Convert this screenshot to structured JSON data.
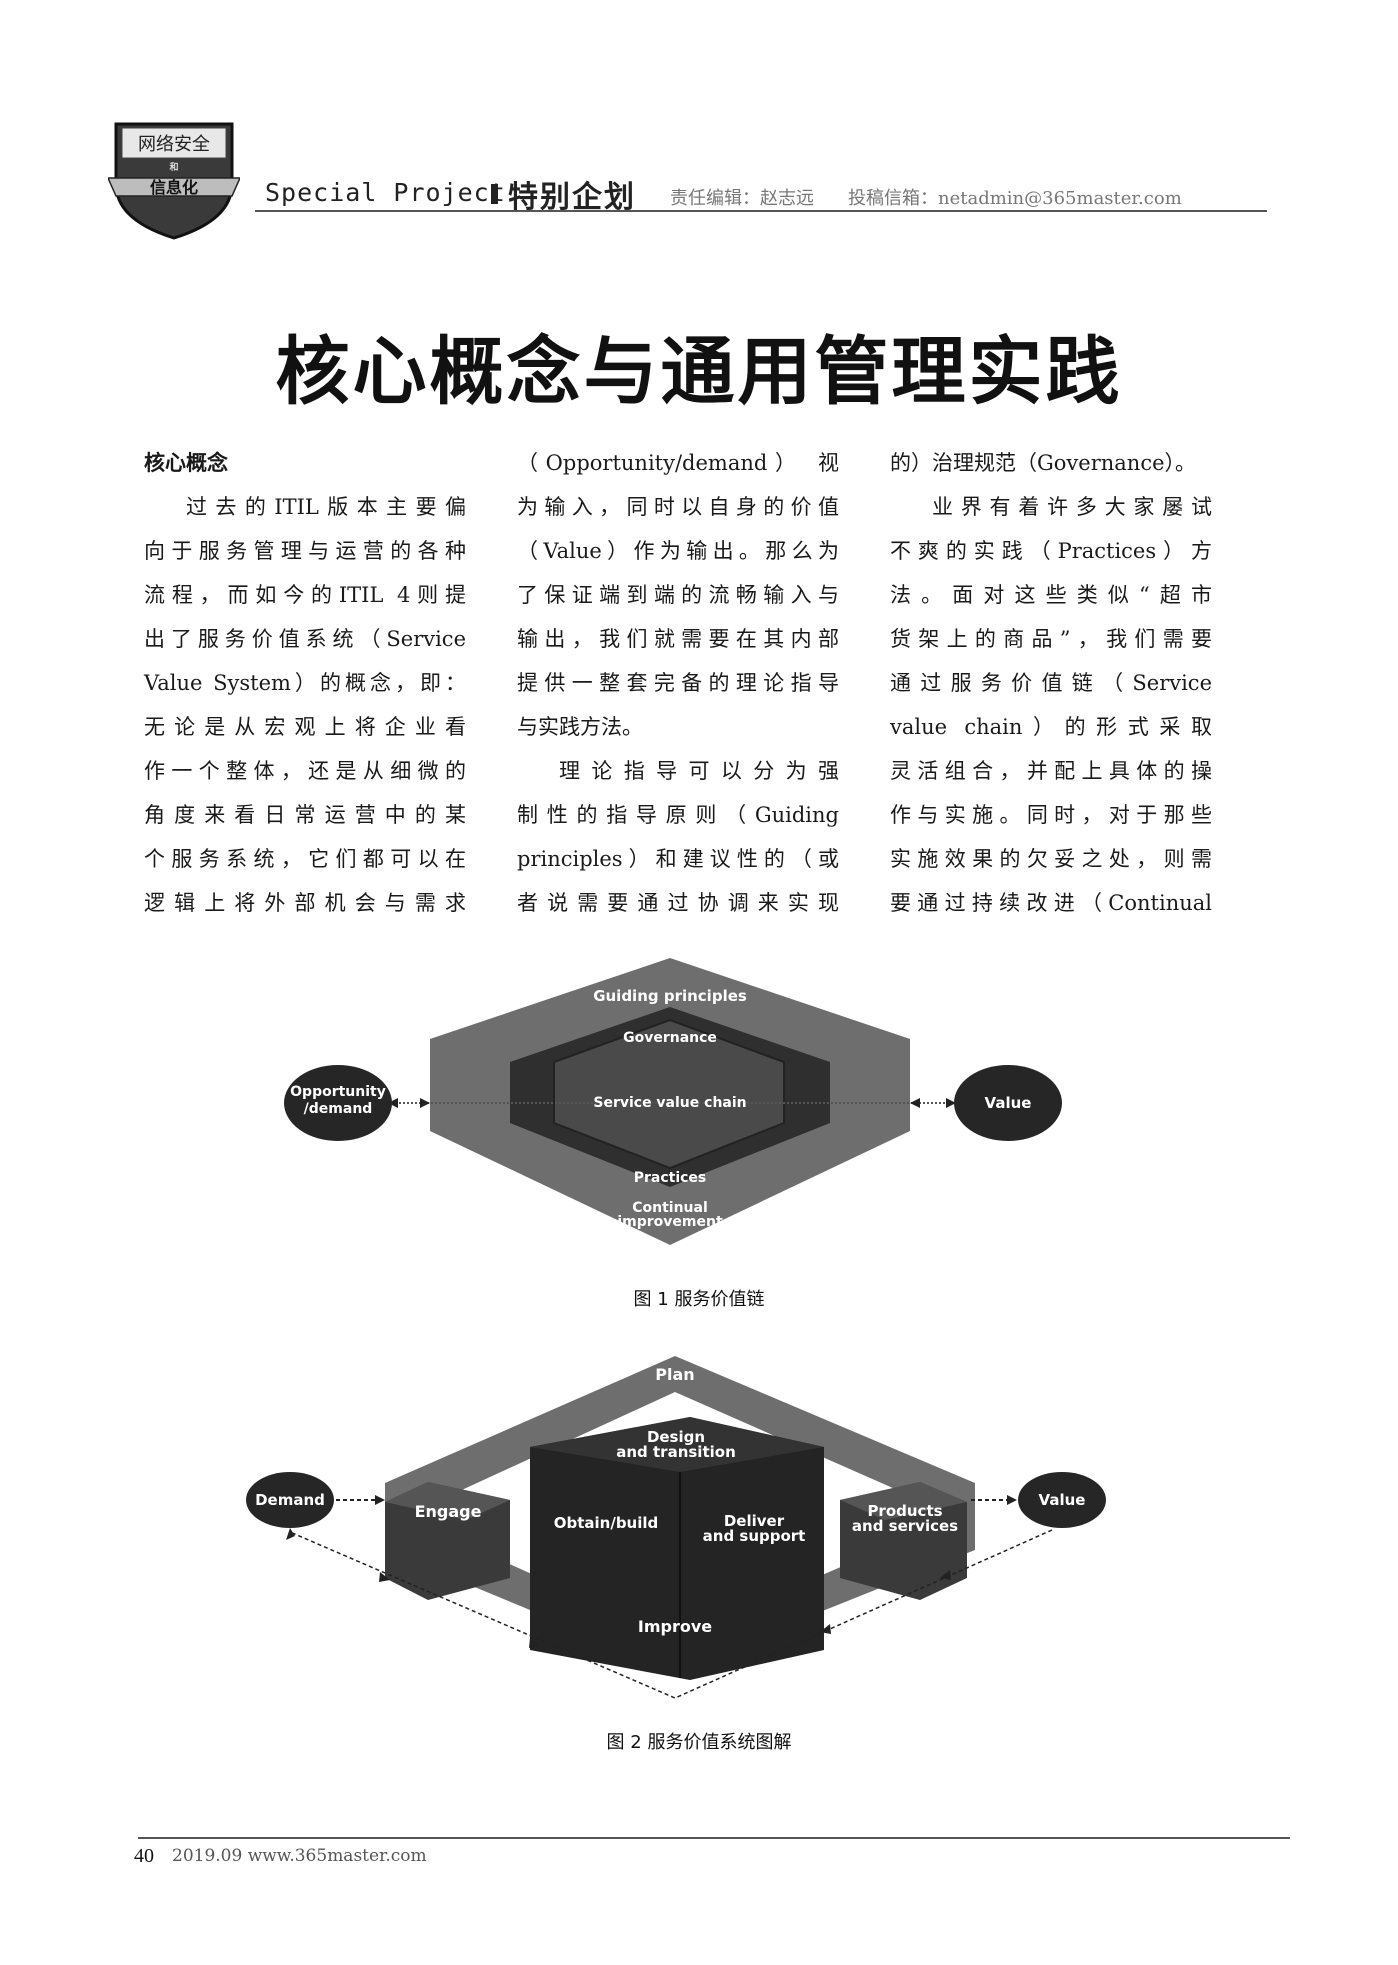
{
  "header": {
    "logo_text_top": "网络安全",
    "logo_text_mid": "和",
    "logo_text_bottom": "信息化",
    "project_en": "Special Project",
    "project_cn": "特别企划",
    "editor": "责任编辑：赵志远",
    "submission_email": "投稿信箱：netadmin@365master.com"
  },
  "title": "核心概念与通用管理实践",
  "columns": [
    {
      "lines": [
        "核心概念",
        "过去的ITIL版本主要偏",
        "向于服务管理与运营的各种",
        "流程，而如今的ITIL 4则提",
        "出了服务价值系统（Service",
        "Value System）的概念，即：",
        "无论是从宏观上将企业看",
        "作一个整体，还是从细微的",
        "角度来看日常运营中的某",
        "个服务系统，它们都可以在",
        "逻辑上将外部机会与需求"
      ]
    },
    {
      "lines": [
        "（Opportunity/demand） 视",
        "为输入，同时以自身的价值",
        "（Value）作为输出。那么为",
        "了保证端到端的流畅输入与",
        "输出，我们就需要在其内部",
        "提供一整套完备的理论指导",
        "与实践方法。",
        "理论指导可以分为强",
        "制性的指导原则（Guiding",
        "principles）和建议性的（或",
        "者说需要通过协调来实现"
      ]
    },
    {
      "lines": [
        "的）治理规范（Governance）。",
        "业界有着许多大家屡试",
        "不爽的实践（Practices）方",
        "法。面对这些类似“超市",
        "货架上的商品”，我们需要",
        "通过服务价值链（Service",
        "value chain）的形式采取",
        "灵活组合，并配上具体的操",
        "作与实施。同时，对于那些",
        "实施效果的欠妥之处，则需",
        "要通过持续改进（Continual"
      ]
    }
  ],
  "figure1": {
    "caption": "图 1  服务价值链",
    "guiding": "Guiding principles",
    "governance": "Governance",
    "svc": "Service value chain",
    "practices": "Practices",
    "continual_1": "Continual",
    "continual_2": "improvement",
    "opp_1": "Opportunity",
    "opp_2": "/demand",
    "value": "Value"
  },
  "figure2": {
    "caption": "图 2  服务价值系统图解",
    "plan": "Plan",
    "design_1": "Design",
    "design_2": "and transition",
    "obtain": "Obtain/build",
    "deliver_1": "Deliver",
    "deliver_2": "and support",
    "engage": "Engage",
    "products_1": "Products",
    "products_2": "and services",
    "improve": "Improve",
    "demand": "Demand",
    "value": "Value"
  },
  "footer": {
    "page": "40",
    "date_site": "2019.09  www.365master.com"
  }
}
